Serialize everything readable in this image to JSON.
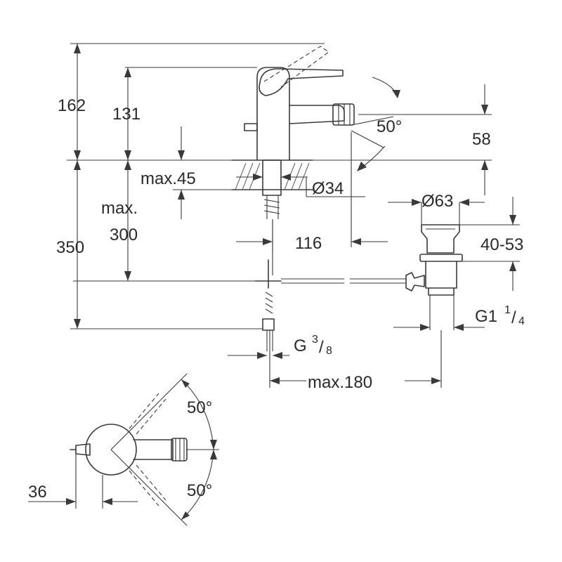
{
  "dimensions": {
    "d162": "162",
    "d131": "131",
    "d50_top": "50°",
    "d58": "58",
    "max45": "max.45",
    "dia34": "Ø34",
    "dia63": "Ø63",
    "max_label": "max.",
    "d300": "300",
    "d350": "350",
    "d116": "116",
    "d40_53": "40-53",
    "g114_main": "G1",
    "g114_num": "1",
    "g114_den": "4",
    "g38_main": "G",
    "g38_num": "3",
    "g38_den": "8",
    "max180": "max.180",
    "d50_plan_top": "50°",
    "d50_plan_bottom": "50°",
    "d36": "36"
  }
}
